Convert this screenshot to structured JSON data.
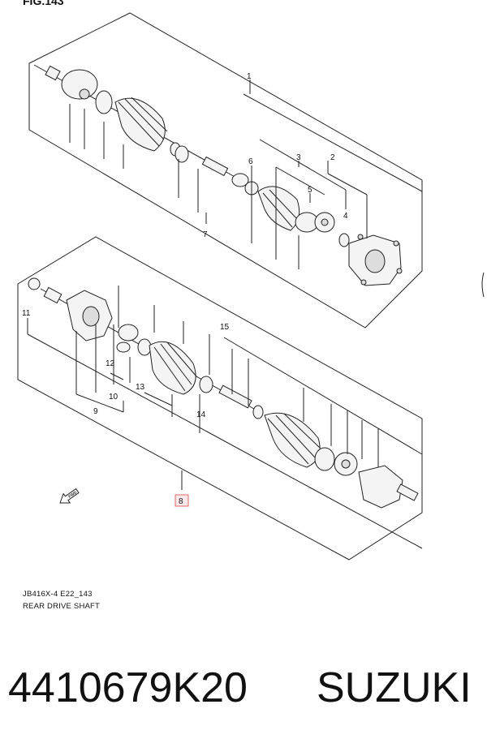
{
  "figure": {
    "label": "FIG.143"
  },
  "callouts": [
    {
      "id": "c1",
      "text": "1"
    },
    {
      "id": "c2",
      "text": "2"
    },
    {
      "id": "c3",
      "text": "3"
    },
    {
      "id": "c4",
      "text": "4"
    },
    {
      "id": "c5",
      "text": "5"
    },
    {
      "id": "c6",
      "text": "6"
    },
    {
      "id": "c7",
      "text": "7"
    },
    {
      "id": "c8",
      "text": "8"
    },
    {
      "id": "c9",
      "text": "9"
    },
    {
      "id": "c10",
      "text": "10"
    },
    {
      "id": "c11",
      "text": "11"
    },
    {
      "id": "c12",
      "text": "12"
    },
    {
      "id": "c13",
      "text": "13"
    },
    {
      "id": "c14",
      "text": "14"
    },
    {
      "id": "c15",
      "text": "15"
    }
  ],
  "caption": {
    "code": "JB416X-4 E22_143",
    "title": "REAR DRIVE SHAFT"
  },
  "fwd_label": "FWD",
  "product": {
    "part_number": "4410679K20",
    "brand": "SUZUKI"
  }
}
